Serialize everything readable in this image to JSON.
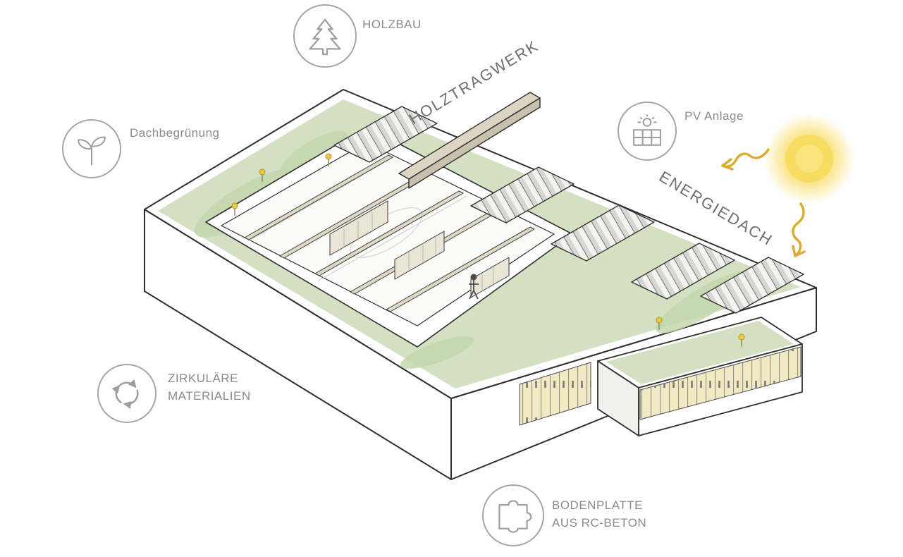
{
  "page": {
    "background": "#ffffff"
  },
  "diagram": {
    "kind": "building-sustainability-axonometric",
    "callouts": [
      {
        "id": "holzbau",
        "icon": "tree-icon",
        "label": "HOLZBAU"
      },
      {
        "id": "dachbegruenung",
        "icon": "sprout-icon",
        "label": "Dachbegrünung"
      },
      {
        "id": "pv-anlage",
        "icon": "solar-panel-icon",
        "label": "PV Anlage"
      },
      {
        "id": "zirkulaere-materialien",
        "icon": "recycle-icon",
        "lines": [
          "ZIRKULÄRE",
          "MATERIALIEN"
        ]
      },
      {
        "id": "bodenplatte-rc-beton",
        "icon": "puzzle-icon",
        "lines": [
          "BODENPLATTE",
          "AUS RC-BETON"
        ]
      }
    ],
    "roof_labels": {
      "holztragwerk": "HOLZTRAGWERK",
      "energiedach": "ENERGIEDACH"
    },
    "colors": {
      "outline": "#2f2f2f",
      "label_gray": "#8b8b8b",
      "icon_gray": "#9e9e9e",
      "roof_green": "#d3e0c2",
      "roof_green_dark": "#c5d6ad",
      "timber_beige": "#dcd5c4",
      "facade_yellow": "#f0e9c2",
      "sun_yellow": "#f8d84e",
      "arrow_gold": "#dcab2e"
    }
  }
}
